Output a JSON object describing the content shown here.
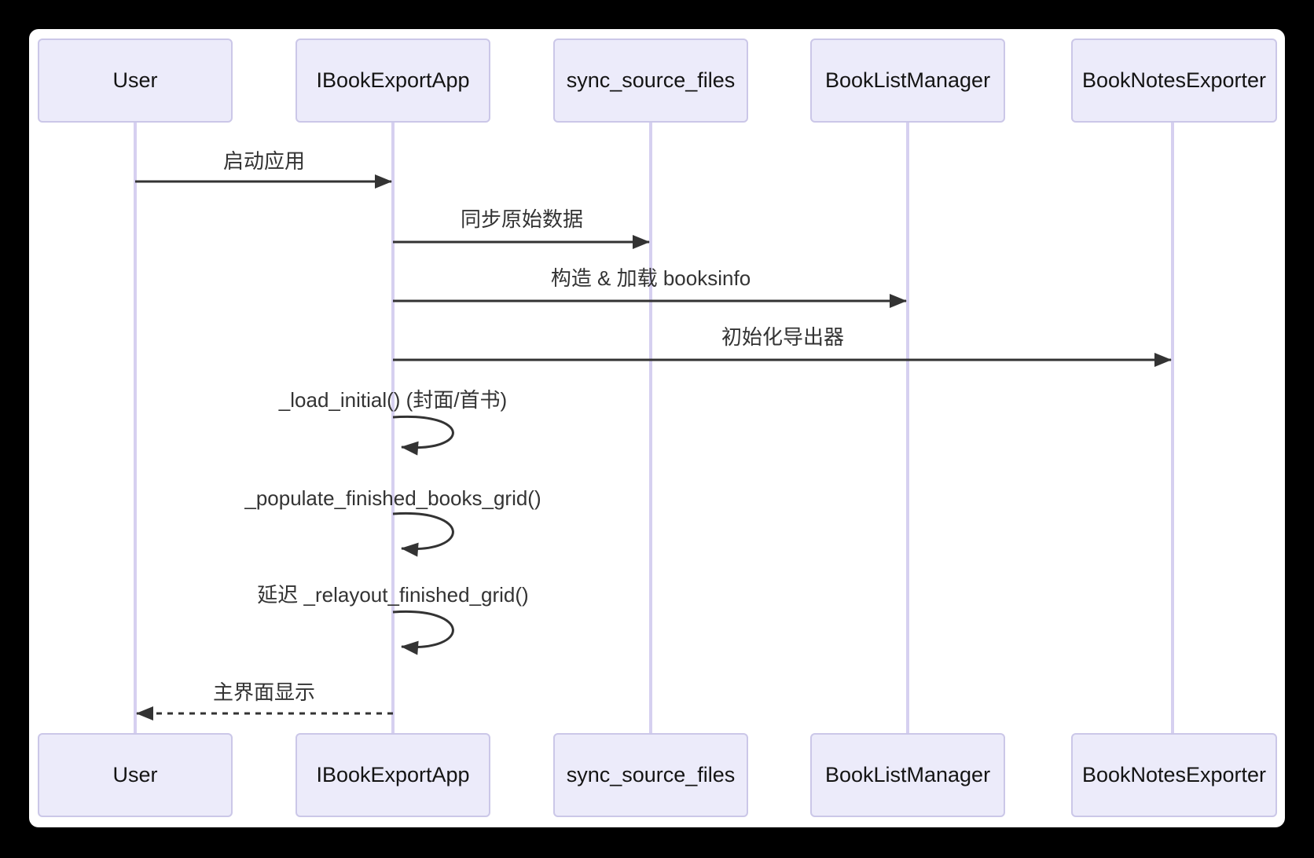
{
  "diagram": {
    "type": "sequence-diagram",
    "actors": [
      {
        "name": "User"
      },
      {
        "name": "IBookExportApp"
      },
      {
        "name": "sync_source_files"
      },
      {
        "name": "BookListManager"
      },
      {
        "name": "BookNotesExporter"
      }
    ],
    "messages": [
      {
        "from": "User",
        "to": "IBookExportApp",
        "label": "启动应用",
        "arrow": "solid"
      },
      {
        "from": "IBookExportApp",
        "to": "sync_source_files",
        "label": "同步原始数据",
        "arrow": "solid"
      },
      {
        "from": "IBookExportApp",
        "to": "BookListManager",
        "label": "构造 & 加载 booksinfo",
        "arrow": "solid"
      },
      {
        "from": "IBookExportApp",
        "to": "BookNotesExporter",
        "label": "初始化导出器",
        "arrow": "solid"
      },
      {
        "from": "IBookExportApp",
        "to": "IBookExportApp",
        "label": "_load_initial() (封面/首书)",
        "arrow": "self-loop"
      },
      {
        "from": "IBookExportApp",
        "to": "IBookExportApp",
        "label": "_populate_finished_books_grid()",
        "arrow": "self-loop"
      },
      {
        "from": "IBookExportApp",
        "to": "IBookExportApp",
        "label": "延迟 _relayout_finished_grid()",
        "arrow": "self-loop"
      },
      {
        "from": "IBookExportApp",
        "to": "User",
        "label": "主界面显示",
        "arrow": "dashed"
      }
    ],
    "colors": {
      "page_bg": "#000000",
      "canvas_bg": "#FFFFFF",
      "actor_fill": "#ECEBFA",
      "actor_border": "#CBC7E8",
      "lifeline": "#D6D0F0",
      "signal": "#333333",
      "text": "#333333"
    }
  }
}
